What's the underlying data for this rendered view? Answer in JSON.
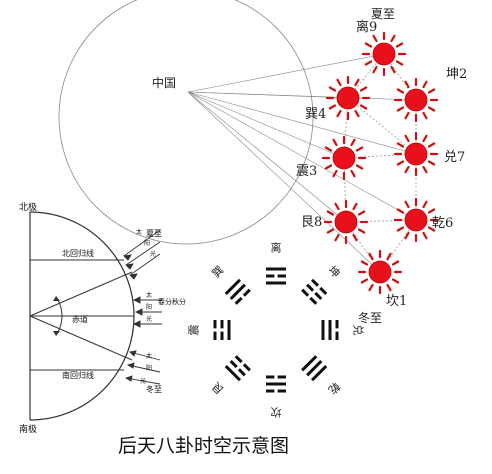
{
  "title": "后天八卦时空示意图",
  "china_label": "中国",
  "palaces": [
    {
      "name": "离9",
      "extra": "夏至"
    },
    {
      "name": "坤2"
    },
    {
      "name": "巽4"
    },
    {
      "name": "兑7"
    },
    {
      "name": "震3"
    },
    {
      "name": "艮8"
    },
    {
      "name": "乾6"
    },
    {
      "name": "坎1",
      "extra": "冬至"
    }
  ],
  "earth": {
    "north_pole": "北极",
    "south_pole": "南极",
    "tropic_cancer": "北回归线",
    "equator": "赤道",
    "tropic_capricorn": "南回归线",
    "summer_solstice": "夏至",
    "equinox": "春分秋分",
    "winter_solstice": "冬至",
    "sunlight_label": "太阳光"
  },
  "trigram_names": [
    "离",
    "坤",
    "兑",
    "乾",
    "坎",
    "艮",
    "震",
    "巽"
  ],
  "colors": {
    "sun": "#e8101a",
    "ray": "#cc1010",
    "line": "#555555"
  }
}
